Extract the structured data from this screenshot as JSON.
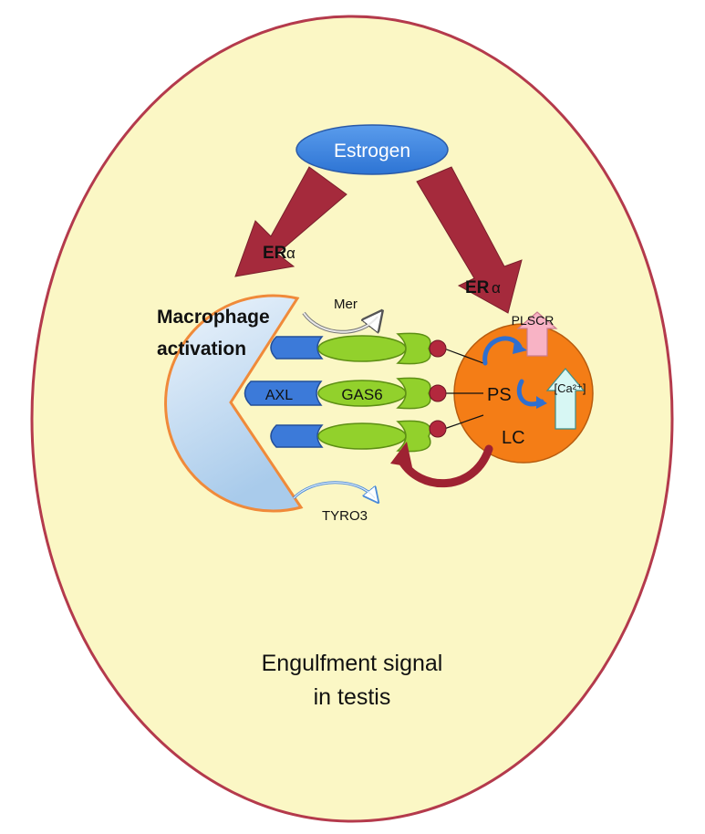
{
  "labels": {
    "estrogen": "Estrogen",
    "er_left_bold": "ER",
    "er_left_greek": "α",
    "er_right_bold": "ER",
    "er_right_greek": "α",
    "macrophage_line1": "Macrophage",
    "macrophage_line2": "activation",
    "mer": "Mer",
    "axl": "AXL",
    "gas6": "GAS6",
    "tyro3": "TYRO3",
    "plscr": "PLSCR",
    "ps": "PS",
    "lc": "LC",
    "calcium": "[Ca²⁺]",
    "footer_line1": "Engulfment signal",
    "footer_line2": "in testis"
  },
  "colors": {
    "outer_cell_fill": "#fbf7c5",
    "outer_cell_stroke": "#b43a4c",
    "estrogen_fill": "#3d86e0",
    "arrow_fill": "#a52a3c",
    "macrophage_fill_top": "#e8f2fb",
    "macrophage_fill_bottom": "#b3d3ee",
    "macrophage_stroke": "#f08a3a",
    "receptor_blue": "#3c7ad9",
    "gas6_green": "#92d12c",
    "leydig_orange": "#f47d16",
    "ps_dot": "#b3283d",
    "plscr_pink": "#f8b3c5",
    "calcium_arrow": "#d7f7f4"
  }
}
